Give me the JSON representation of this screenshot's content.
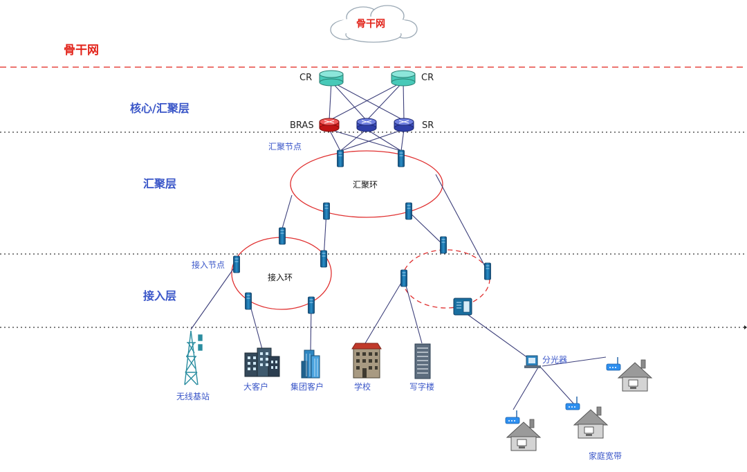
{
  "backbone": {
    "cloud_label": "骨干网",
    "title": "骨干网"
  },
  "layers": {
    "core": "核心/汇聚层",
    "aggregation": "汇聚层",
    "access": "接入层"
  },
  "core_devices": {
    "cr_left": "CR",
    "cr_right": "CR",
    "bras": "BRAS",
    "sr": "SR"
  },
  "aggregation": {
    "node_label": "汇聚节点",
    "ring_label": "汇聚环"
  },
  "access": {
    "node_label": "接入节点",
    "ring_label": "接入环"
  },
  "endpoints": {
    "wireless": "无线基站",
    "big_customer": "大客户",
    "group_customer": "集团客户",
    "school": "学校",
    "office": "写字楼",
    "splitter": "分光器",
    "home": "家庭宽带"
  },
  "colors": {
    "backbone_red": "#e2231a",
    "layer_blue": "#3a56c8",
    "cr_teal": "#48c9b8",
    "bras_red": "#e02020",
    "router_blue": "#3d4fc0",
    "switch_teal": "#1f6fa8",
    "link_navy": "#3c3f7a"
  }
}
